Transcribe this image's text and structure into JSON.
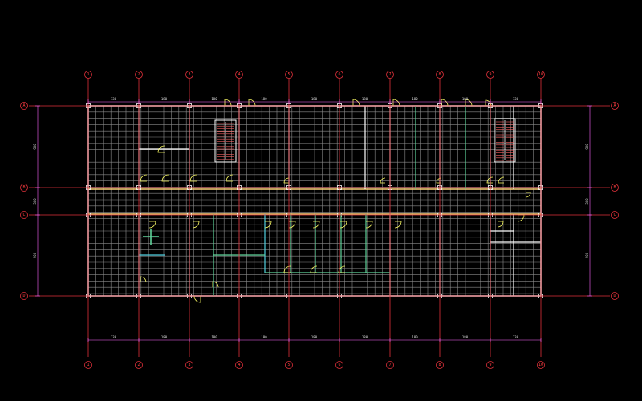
{
  "drawing": {
    "type": "architectural floor plan",
    "background": "#000000",
    "colors": {
      "axis": "#e0303a",
      "wall": "#ffffff",
      "wall_alt": "#ffd27a",
      "ceiling_grid": "#8a8a8a",
      "partition_green": "#5fd39a",
      "partition_cyan": "#4fd0e0",
      "door": "#ffff66",
      "dimension": "#ff66ff",
      "stair": "#ff6666"
    }
  },
  "grid_axes": {
    "vertical": [
      "1",
      "2",
      "3",
      "4",
      "5",
      "6",
      "7",
      "8",
      "9",
      "10"
    ],
    "horizontal": [
      "A",
      "B",
      "C",
      "D"
    ]
  },
  "dimensions": {
    "top_segments": [
      "130",
      "180",
      "180",
      "180",
      "180",
      "180",
      "180",
      "180",
      "130"
    ],
    "bottom_segments": [
      "130",
      "180",
      "180",
      "180",
      "180",
      "180",
      "180",
      "180",
      "130"
    ],
    "left_segments": [
      "900",
      "300",
      "900"
    ],
    "right_segments": [
      "900",
      "300",
      "900"
    ]
  },
  "icons": {
    "axis_bubble": "circle-icon",
    "door_swing": "door-arc-icon",
    "stair": "stair-icon"
  }
}
